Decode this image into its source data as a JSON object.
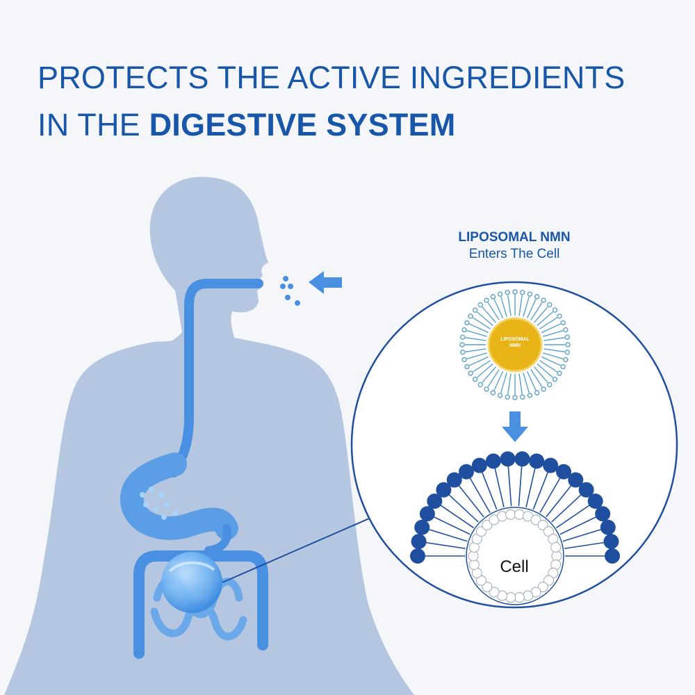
{
  "headline": {
    "line1": "PROTECTS THE ACTIVE INGREDIENTS",
    "line2_regular": "IN THE ",
    "line2_bold": "DIGESTIVE SYSTEM"
  },
  "callout": {
    "title": "LIPOSOMAL NMN",
    "subtitle": "Enters The Cell"
  },
  "liposome": {
    "label_line1": "LIPOSOMAL",
    "label_line2": "NMN"
  },
  "cell": {
    "label": "Cell"
  },
  "colors": {
    "background": "#f4f6f9",
    "headline": "#1756a8",
    "body_silhouette": "#b4c6e0",
    "digestive_tract": "#4a90e2",
    "lipid_dark": "#1f4f9e",
    "core_yellow": "#e8b418"
  }
}
